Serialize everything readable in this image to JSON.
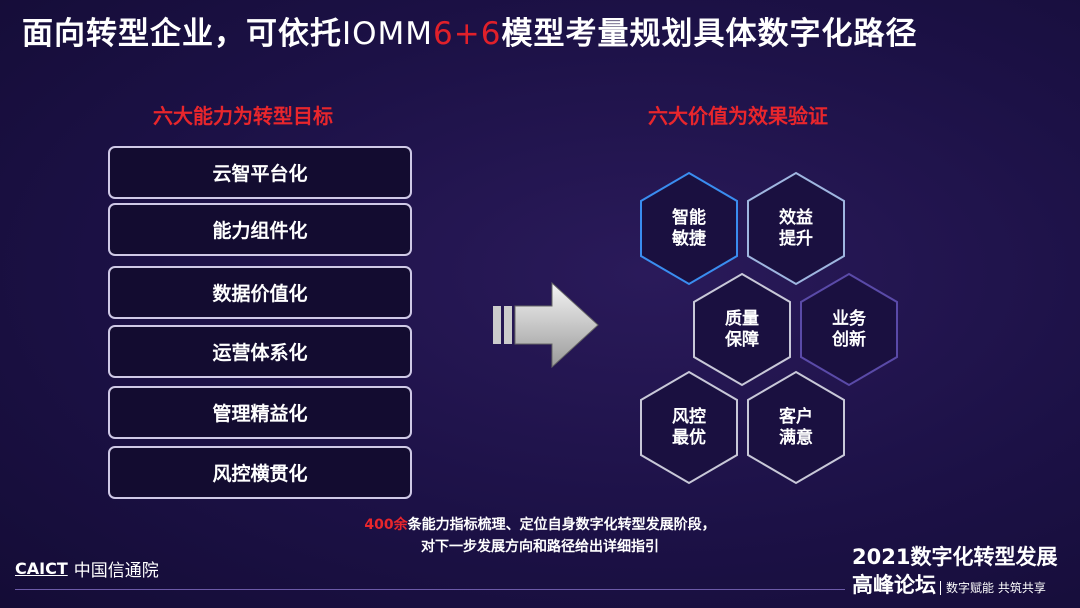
{
  "title": {
    "part1": "面向转型企业，可依托",
    "part2": "IOMM",
    "part3": "6+6",
    "part4": "模型考量规划具体数字化路径"
  },
  "left": {
    "heading": "六大能力为转型目标",
    "items": [
      "云智平台化",
      "能力组件化",
      "数据价值化",
      "运营体系化",
      "管理精益化",
      "风控横贯化"
    ]
  },
  "right": {
    "heading": "六大价值为效果验证",
    "hexes": [
      "智能\n敏捷",
      "效益\n提升",
      "质量\n保障",
      "业务\n创新",
      "风控\n最优",
      "客户\n满意"
    ]
  },
  "note": {
    "highlight": "400余",
    "line1": "条能力指标梳理、定位自身数字化转型发展阶段，",
    "line2": "对下一步发展方向和路径给出详细指引"
  },
  "footer": {
    "logo_en": "CAICT",
    "logo_cn": "中国信通院",
    "brand1": "2021数字化转型发展",
    "brand2": "高峰论坛",
    "slogan": "数字赋能 共筑共享"
  }
}
